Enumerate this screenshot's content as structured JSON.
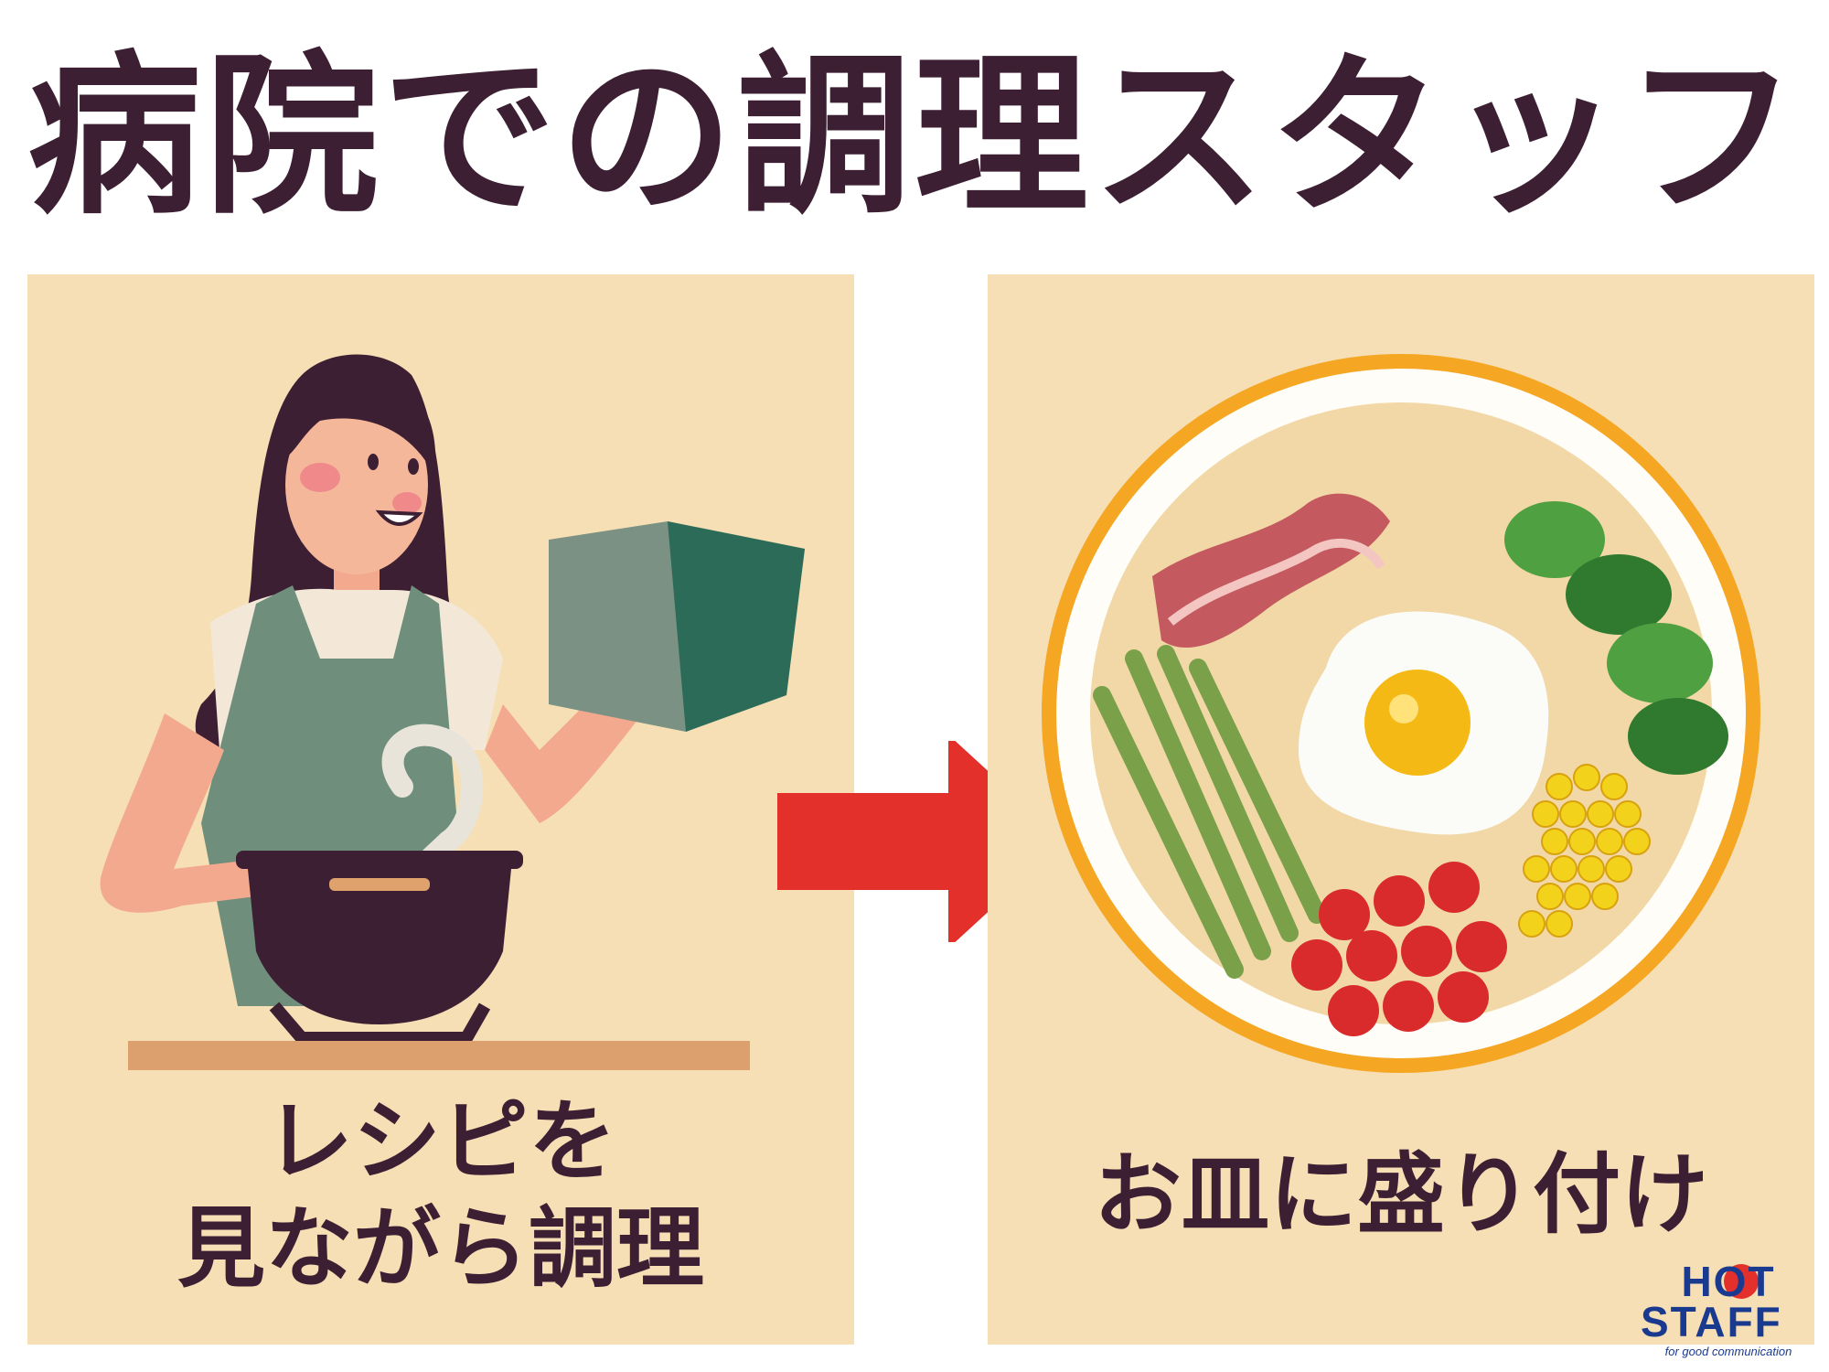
{
  "title": "病院での調理スタッフ",
  "left_panel": {
    "caption_line1": "レシピを",
    "caption_line2": "見ながら調理"
  },
  "right_panel": {
    "caption": "お皿に盛り付け"
  },
  "logo": {
    "line1": "HOT",
    "line2": "STAFF",
    "tagline": "for good communication"
  },
  "colors": {
    "title": "#3d1f33",
    "panel": "#f6dfb4",
    "arrow": "#e3302a",
    "logo": "#1a3a8f"
  }
}
